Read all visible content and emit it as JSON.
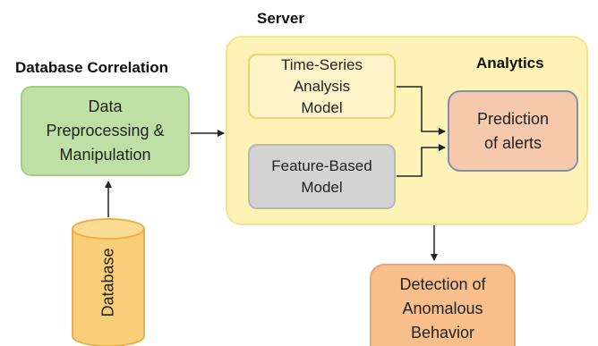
{
  "server_label": "Server",
  "db_correlation_label": "Database Correlation",
  "analytics_label": "Analytics",
  "nodes": {
    "preprocessing": [
      "Data",
      "Preprocessing &",
      "Manipulation"
    ],
    "timeseries": [
      "Time-Series",
      "Analysis",
      "Model"
    ],
    "featurebased": [
      "Feature-Based",
      "Model"
    ],
    "prediction": [
      "Prediction",
      "of alerts"
    ],
    "detection": [
      "Detection of",
      "Anomalous",
      "Behavior"
    ],
    "database": "Database"
  },
  "colors": {
    "server_fill": "#fdf3b6",
    "preprocess_fill": "#bfe0a5",
    "timeseries_fill": "#fdf3c9",
    "featurebased_fill": "#d3d3d3",
    "prediction_fill": "#f7c9ac",
    "detection_fill": "#f8bf8c",
    "database_fill": "#f8cf78"
  }
}
